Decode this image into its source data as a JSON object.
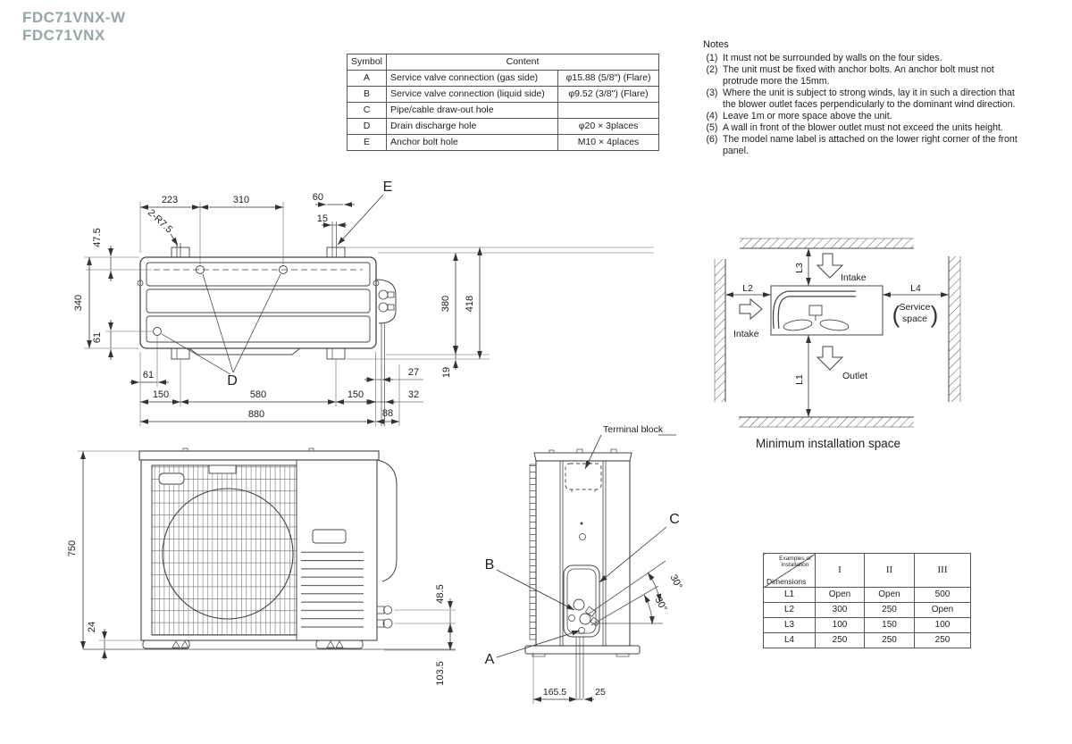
{
  "title": {
    "line1": "FDC71VNX-W",
    "line2": "FDC71VNX"
  },
  "symbol_table": {
    "header_symbol": "Symbol",
    "header_content": "Content",
    "rows": [
      {
        "s": "A",
        "c": "Service valve connection (gas side)",
        "v": "φ15.88 (5/8\")  (Flare)"
      },
      {
        "s": "B",
        "c": "Service valve connection (liquid side)",
        "v": "φ9.52 (3/8\")  (Flare)"
      },
      {
        "s": "C",
        "c": "Pipe/cable draw-out hole",
        "v": ""
      },
      {
        "s": "D",
        "c": "Drain discharge hole",
        "v": "φ20 × 3places"
      },
      {
        "s": "E",
        "c": "Anchor bolt hole",
        "v": "M10 × 4places"
      }
    ]
  },
  "notes": {
    "heading": "Notes",
    "items": [
      {
        "n": "(1)",
        "t": "It must not be surrounded by walls on the four sides."
      },
      {
        "n": "(2)",
        "t": "The unit must be fixed with anchor bolts. An anchor bolt must not protrude more the 15mm."
      },
      {
        "n": "(3)",
        "t": "Where the unit is subject to strong winds, lay it in such a direction that the blower outlet faces perpendicularly to the dominant wind direction."
      },
      {
        "n": "(4)",
        "t": "Leave 1m or more space above the unit."
      },
      {
        "n": "(5)",
        "t": "A wall in front of the blower outlet must not exceed the units height."
      },
      {
        "n": "(6)",
        "t": "The model name label is attached on the lower right corner of the front panel."
      }
    ]
  },
  "plan_view": {
    "labels": {
      "anchor_bolt": "E",
      "drain": "D",
      "corner_radius": "2-R7.5"
    },
    "dims": {
      "d223": "223",
      "d310": "310",
      "d60": "60",
      "d15": "15",
      "d475": "47.5",
      "d340": "340",
      "d61l": "61",
      "d61b": "61",
      "d150a": "150",
      "d580": "580",
      "d150b": "150",
      "d880": "880",
      "d88": "88",
      "d27": "27",
      "d32": "32",
      "d19": "19",
      "d380": "380",
      "d418": "418"
    }
  },
  "front_view": {
    "dims": {
      "d750": "750",
      "d24": "24",
      "d485": "48.5",
      "d1035": "103.5"
    }
  },
  "side_view": {
    "labels": {
      "terminal": "Terminal block",
      "gas": "B",
      "liquid": "A",
      "drawout": "C"
    },
    "dims": {
      "a30a": "30°",
      "a30b": "30°",
      "d1655": "165.5",
      "d25": "25"
    }
  },
  "installation": {
    "labels": {
      "l1": "L1",
      "l2": "L2",
      "l3": "L3",
      "l4": "L4",
      "intake_top": "Intake",
      "intake_left": "Intake",
      "outlet": "Outlet",
      "service_1": "Service",
      "service_2": "space",
      "paren_open": "(",
      "paren_close": ")"
    },
    "caption": "Minimum installation space"
  },
  "dim_table": {
    "corner_top": "Examples of installation",
    "corner_bottom": "Dimensions",
    "cols": [
      "I",
      "II",
      "III"
    ],
    "rows": [
      [
        "L1",
        "Open",
        "Open",
        "500"
      ],
      [
        "L2",
        "300",
        "250",
        "Open"
      ],
      [
        "L3",
        "100",
        "150",
        "100"
      ],
      [
        "L4",
        "250",
        "250",
        "250"
      ]
    ]
  }
}
